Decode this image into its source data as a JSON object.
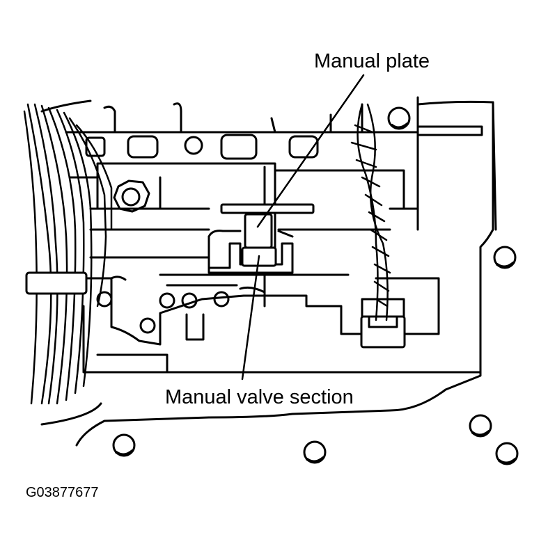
{
  "labels": {
    "manual_plate": "Manual plate",
    "manual_valve_section": "Manual valve section"
  },
  "figure_code": "G03877677",
  "colors": {
    "ink": "#000000",
    "paper": "#ffffff"
  }
}
